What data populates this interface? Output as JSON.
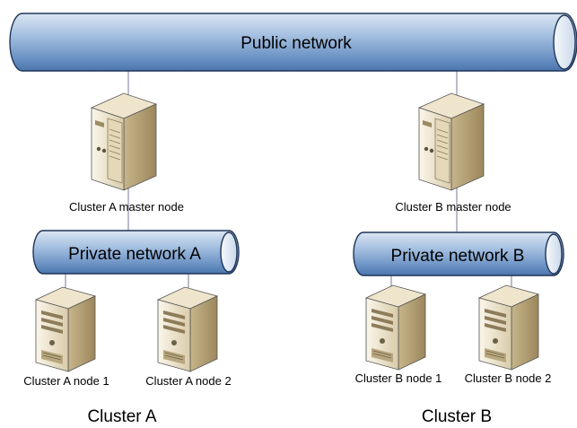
{
  "public_network": {
    "label": "Public network"
  },
  "clusters": [
    {
      "title": "Cluster A",
      "master": {
        "label": "Cluster A master node",
        "icon": "tower-server-icon"
      },
      "private_network": {
        "label": "Private network A"
      },
      "nodes": [
        {
          "label": "Cluster A node 1",
          "icon": "server-icon"
        },
        {
          "label": "Cluster A node 2",
          "icon": "server-icon"
        }
      ]
    },
    {
      "title": "Cluster B",
      "master": {
        "label": "Cluster B master node",
        "icon": "tower-server-icon"
      },
      "private_network": {
        "label": "Private network B"
      },
      "nodes": [
        {
          "label": "Cluster B node 1",
          "icon": "server-icon"
        },
        {
          "label": "Cluster B node 2",
          "icon": "server-icon"
        }
      ]
    }
  ],
  "colors": {
    "pipe_light": "#dbe6f3",
    "pipe_mid": "#8fb0d6",
    "pipe_dark": "#4a76ad",
    "pipe_stroke": "#1f3558",
    "server_light": "#f3ead6",
    "server_mid": "#d9ccaa",
    "server_dark": "#a89468",
    "line": "#7a7a9a"
  }
}
